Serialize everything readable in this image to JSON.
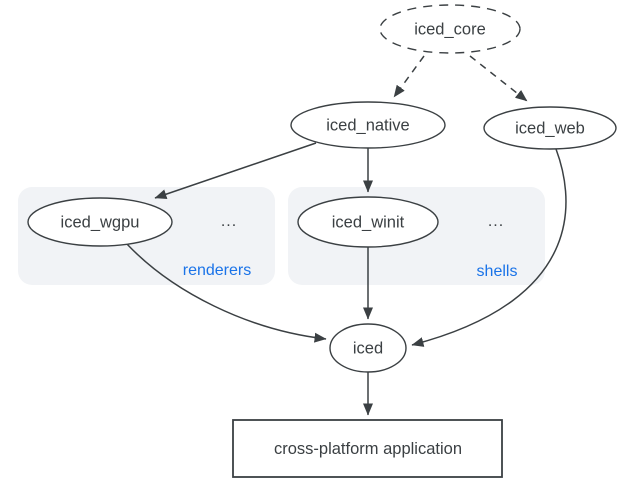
{
  "colors": {
    "background": "#ffffff",
    "node_stroke": "#3b4043",
    "text": "#3b4043",
    "cluster_fill": "#f1f3f6",
    "accent_blue": "#1a73e8"
  },
  "diagram": {
    "nodes": {
      "iced_core": {
        "label": "iced_core",
        "shape": "ellipse",
        "border": "dashed"
      },
      "iced_native": {
        "label": "iced_native",
        "shape": "ellipse",
        "border": "solid"
      },
      "iced_web": {
        "label": "iced_web",
        "shape": "ellipse",
        "border": "solid"
      },
      "iced_wgpu": {
        "label": "iced_wgpu",
        "shape": "ellipse",
        "border": "solid"
      },
      "iced_winit": {
        "label": "iced_winit",
        "shape": "ellipse",
        "border": "solid"
      },
      "iced": {
        "label": "iced",
        "shape": "ellipse",
        "border": "solid"
      },
      "application": {
        "label": "cross-platform application",
        "shape": "rectangle",
        "border": "solid"
      }
    },
    "clusters": {
      "renderers": {
        "label": "renderers",
        "more": "...",
        "contains": [
          "iced_wgpu"
        ]
      },
      "shells": {
        "label": "shells",
        "more": "...",
        "contains": [
          "iced_winit"
        ]
      }
    },
    "edges": [
      {
        "from": "iced_core",
        "to": "iced_native",
        "style": "dashed"
      },
      {
        "from": "iced_core",
        "to": "iced_web",
        "style": "dashed"
      },
      {
        "from": "iced_native",
        "to": "iced_wgpu",
        "style": "solid"
      },
      {
        "from": "iced_native",
        "to": "iced_winit",
        "style": "solid"
      },
      {
        "from": "iced_wgpu",
        "to": "iced",
        "style": "solid"
      },
      {
        "from": "iced_winit",
        "to": "iced",
        "style": "solid"
      },
      {
        "from": "iced_web",
        "to": "iced",
        "style": "solid"
      },
      {
        "from": "iced",
        "to": "application",
        "style": "solid"
      }
    ]
  }
}
